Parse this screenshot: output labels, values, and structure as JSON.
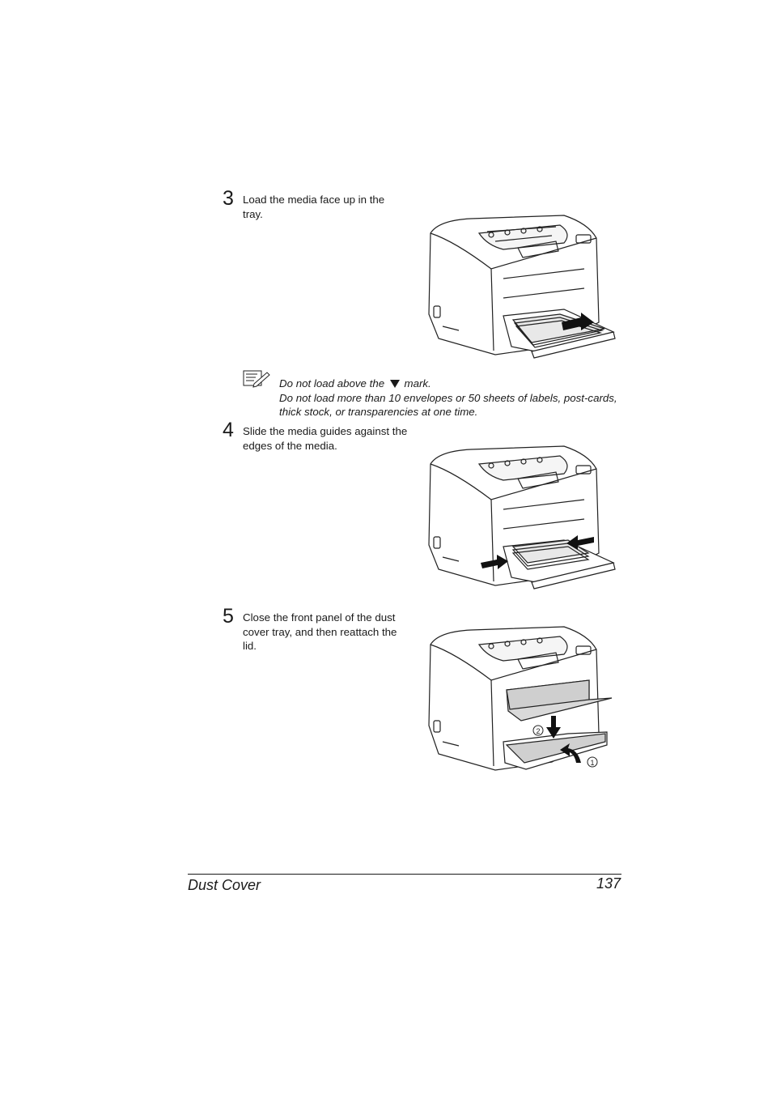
{
  "steps": [
    {
      "number": "3",
      "text": "Load the media face up in the tray."
    },
    {
      "number": "4",
      "text": "Slide the media guides against the edges of the media."
    },
    {
      "number": "5",
      "text": "Close the front panel of the dust cover tray, and then reattach the lid."
    }
  ],
  "note": {
    "icon": "note-pencil-icon",
    "line1_before": "Do not load above the",
    "line1_symbol": "triangle-down-icon",
    "line1_after": "mark.",
    "line2": "Do not load more than 10 envelopes or 50 sheets of labels, post-cards, thick stock, or transparencies at one time."
  },
  "figures": {
    "step5_callouts": [
      "2",
      "1"
    ]
  },
  "footer": {
    "section": "Dust Cover",
    "page": "137"
  }
}
